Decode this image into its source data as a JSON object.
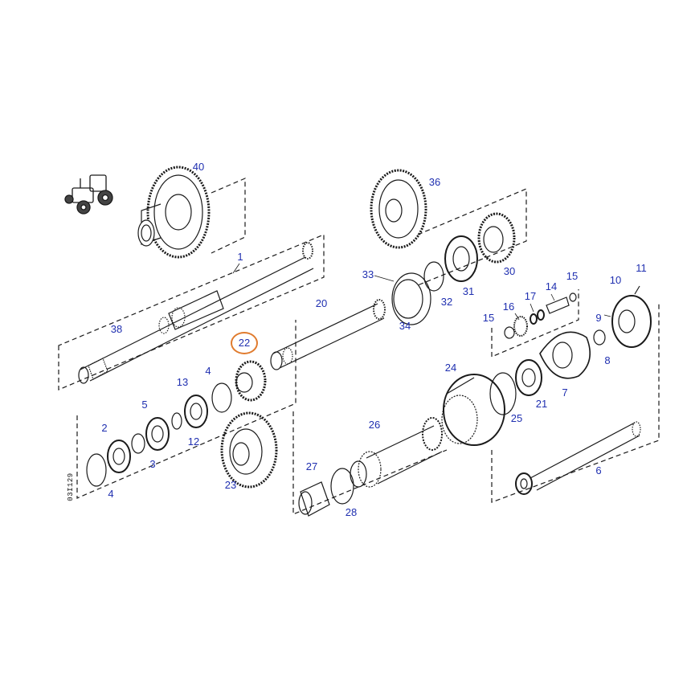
{
  "diagram": {
    "drawing_code": "03I129",
    "selected_part": "22",
    "colors": {
      "label": "#1f2fb0",
      "highlight": "#e07b2e",
      "line": "#1a1a1a"
    },
    "icons": [
      "tractor-icon"
    ],
    "callouts": [
      {
        "id": "40",
        "text": "40"
      },
      {
        "id": "1",
        "text": "1"
      },
      {
        "id": "36",
        "text": "36"
      },
      {
        "id": "38",
        "text": "38"
      },
      {
        "id": "20",
        "text": "20"
      },
      {
        "id": "33",
        "text": "33"
      },
      {
        "id": "34",
        "text": "34"
      },
      {
        "id": "32",
        "text": "32"
      },
      {
        "id": "31",
        "text": "31"
      },
      {
        "id": "30",
        "text": "30"
      },
      {
        "id": "11",
        "text": "11"
      },
      {
        "id": "10",
        "text": "10"
      },
      {
        "id": "15a",
        "text": "15"
      },
      {
        "id": "14",
        "text": "14"
      },
      {
        "id": "17",
        "text": "17"
      },
      {
        "id": "16",
        "text": "16"
      },
      {
        "id": "15b",
        "text": "15"
      },
      {
        "id": "9",
        "text": "9"
      },
      {
        "id": "8",
        "text": "8"
      },
      {
        "id": "7",
        "text": "7"
      },
      {
        "id": "21",
        "text": "21"
      },
      {
        "id": "25",
        "text": "25"
      },
      {
        "id": "24",
        "text": "24"
      },
      {
        "id": "22",
        "text": "22"
      },
      {
        "id": "4a",
        "text": "4"
      },
      {
        "id": "13",
        "text": "13"
      },
      {
        "id": "5",
        "text": "5"
      },
      {
        "id": "2",
        "text": "2"
      },
      {
        "id": "12",
        "text": "12"
      },
      {
        "id": "3",
        "text": "3"
      },
      {
        "id": "4b",
        "text": "4"
      },
      {
        "id": "23",
        "text": "23"
      },
      {
        "id": "26",
        "text": "26"
      },
      {
        "id": "27",
        "text": "27"
      },
      {
        "id": "28",
        "text": "28"
      },
      {
        "id": "6",
        "text": "6"
      }
    ]
  }
}
